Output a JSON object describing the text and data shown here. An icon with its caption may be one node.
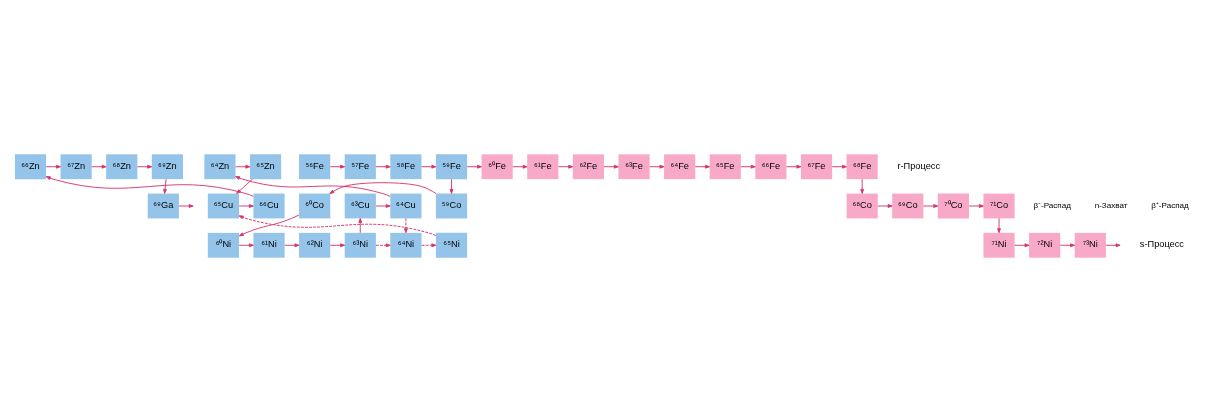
{
  "diagram": {
    "nodes": [
      {
        "text": [
          "⁶⁹Ga"
        ]
      },
      {
        "text": [
          "⁶⁴Zn"
        ]
      },
      {
        "text": [
          "⁶⁵Zn"
        ]
      },
      {
        "text": [
          "⁶⁶Zn"
        ]
      },
      {
        "text": [
          "⁶⁷Zn"
        ]
      },
      {
        "text": [
          "⁶⁸Zn"
        ]
      },
      {
        "text": [
          "⁶⁹Zn"
        ]
      },
      {
        "text": [
          "⁶³Cu"
        ]
      },
      {
        "text": [
          "⁶⁴Cu"
        ]
      },
      {
        "text": [
          "⁶⁵Cu"
        ]
      },
      {
        "text": [
          "⁶⁶Cu"
        ]
      },
      {
        "text": [
          "⁶⁰Ni"
        ]
      },
      {
        "text": [
          "⁶¹Ni"
        ]
      },
      {
        "text": [
          "⁶²Ni"
        ]
      },
      {
        "text": [
          "⁶³Ni"
        ]
      },
      {
        "text": [
          "⁶⁴Ni"
        ]
      },
      {
        "text": [
          "⁶⁵Ni"
        ]
      },
      {
        "text": [
          "⁷¹Ni"
        ]
      },
      {
        "text": [
          "⁷²Ni"
        ]
      },
      {
        "text": [
          "⁷³Ni"
        ]
      },
      {
        "text": [
          "⁵⁹Co"
        ]
      },
      {
        "text": [
          "⁶⁰Co"
        ]
      },
      {
        "text": [
          "⁶⁸Co"
        ]
      },
      {
        "text": [
          "⁶⁹Co"
        ]
      },
      {
        "text": [
          "⁷⁰Co"
        ]
      },
      {
        "text": [
          "⁷¹Co"
        ]
      },
      {
        "text": [
          "⁵⁶Fe"
        ]
      },
      {
        "text": [
          "⁵⁷Fe"
        ]
      },
      {
        "text": [
          "⁵⁸Fe"
        ]
      },
      {
        "text": [
          "⁵⁹Fe"
        ]
      },
      {
        "text": [
          "⁶⁰Fe"
        ]
      },
      {
        "text": [
          "⁶¹Fe"
        ]
      },
      {
        "text": [
          "⁶²Fe"
        ]
      },
      {
        "text": [
          "⁶³Fe"
        ]
      },
      {
        "text": [
          "⁶⁴Fe"
        ]
      },
      {
        "text": [
          "⁶⁵Fe"
        ]
      },
      {
        "text": [
          "⁶⁶Fe"
        ]
      },
      {
        "text": [
          "⁶⁷Fe"
        ]
      },
      {
        "text": [
          "⁶⁸Fe"
        ]
      }
    ],
    "edges": [
      {
        "from": 0,
        "to": null,
        "arrow": "to"
      },
      {
        "from": 1,
        "to": 2,
        "arrow": "to"
      },
      {
        "from": 2,
        "to": 9,
        "arrow": "to"
      },
      {
        "from": 3,
        "to": 4,
        "arrow": "to"
      },
      {
        "from": 4,
        "to": 5,
        "arrow": "to"
      },
      {
        "from": 5,
        "to": 6,
        "arrow": "to"
      },
      {
        "from": 6,
        "to": 0,
        "arrow": "to"
      },
      {
        "from": 7,
        "to": 8,
        "arrow": "to"
      },
      {
        "from": 8,
        "to": 1,
        "arrow": "to"
      },
      {
        "from": 8,
        "to": 15,
        "arrow": "to",
        "style": "dashed"
      },
      {
        "from": 9,
        "to": 10,
        "arrow": "to"
      },
      {
        "from": 10,
        "to": 3,
        "arrow": "to"
      },
      {
        "from": 11,
        "to": 12,
        "arrow": "to"
      },
      {
        "from": 12,
        "to": 13,
        "arrow": "to"
      },
      {
        "from": 13,
        "to": 14,
        "arrow": "to"
      },
      {
        "from": 14,
        "to": 7,
        "arrow": "to"
      },
      {
        "from": 14,
        "to": 15,
        "arrow": "to",
        "style": "dashed"
      },
      {
        "from": 15,
        "to": 16,
        "arrow": "to",
        "style": "dashed"
      },
      {
        "from": 16,
        "to": 9,
        "arrow": "to",
        "style": "dashed"
      },
      {
        "from": 17,
        "to": 18,
        "arrow": "to"
      },
      {
        "from": 18,
        "to": 19,
        "arrow": "to"
      },
      {
        "from": 19,
        "to": null,
        "arrow": "to"
      },
      {
        "from": 20,
        "to": 21,
        "arrow": "to"
      },
      {
        "from": 21,
        "to": 11,
        "arrow": "to"
      },
      {
        "from": 22,
        "to": 23,
        "arrow": "to"
      },
      {
        "from": 23,
        "to": 24,
        "arrow": "to"
      },
      {
        "from": 24,
        "to": 25,
        "arrow": "to"
      },
      {
        "from": 25,
        "to": 17,
        "arrow": "to"
      },
      {
        "from": 26,
        "to": 27,
        "arrow": "to"
      },
      {
        "from": 27,
        "to": 28,
        "arrow": "to"
      },
      {
        "from": 28,
        "to": 29,
        "arrow": "to"
      },
      {
        "from": 29,
        "to": 20,
        "arrow": "to"
      },
      {
        "from": 29,
        "to": 30,
        "arrow": "to"
      },
      {
        "from": 30,
        "to": 31,
        "arrow": "to"
      },
      {
        "from": 31,
        "to": 32,
        "arrow": "to"
      },
      {
        "from": 32,
        "to": 33,
        "arrow": "to"
      },
      {
        "from": 33,
        "to": 34,
        "arrow": "to"
      },
      {
        "from": 34,
        "to": 35,
        "arrow": "to"
      },
      {
        "from": 35,
        "to": 36,
        "arrow": "to"
      },
      {
        "from": 36,
        "to": 37,
        "arrow": "to"
      },
      {
        "from": 37,
        "to": 38,
        "arrow": "to"
      },
      {
        "from": 38,
        "to": 22,
        "arrow": "to"
      }
    ],
    "labels": [
      "s-Процесс",
      "r-Процесс"
    ],
    "legend": [
      {
        "text": "β⁻-Распад"
      },
      {
        "text": "n-Захват"
      },
      {
        "text": "β⁺-Распад"
      }
    ]
  }
}
